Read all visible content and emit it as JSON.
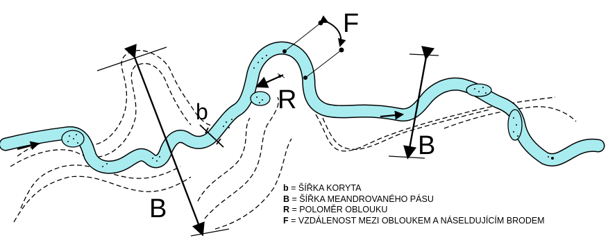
{
  "labels": {
    "F": "F",
    "R": "R",
    "b": "b",
    "B_left": "B",
    "B_right": "B"
  },
  "legend": [
    {
      "symbol": "b",
      "sep": " = ",
      "text": "ŠÍŘKA KORYTA"
    },
    {
      "symbol": "B",
      "sep": " = ",
      "text": "ŠÍŘKA MEANDROVANÉHO PÁSU"
    },
    {
      "symbol": "R",
      "sep": " = ",
      "text": "POLOMĚR OBLOUKU"
    },
    {
      "symbol": "F",
      "sep": " = ",
      "text": "VZDÁLENOST MEZI OBLOUKEM A NÁSELDUJÍCÍM BRODEM"
    }
  ],
  "colors": {
    "river_fill": "#a8ecf0",
    "outline": "#000000",
    "background": "#ffffff"
  }
}
